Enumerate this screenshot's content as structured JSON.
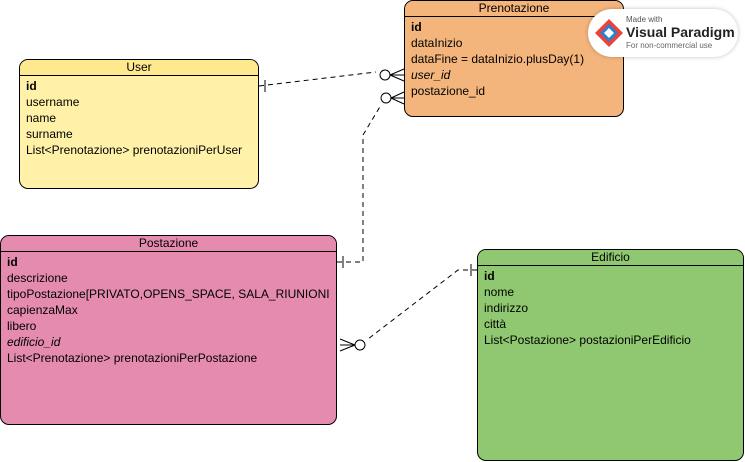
{
  "entities": {
    "user": {
      "title": "User",
      "fields": [
        "id",
        "username",
        "name",
        "surname",
        "List<Prenotazione> prenotazioniPerUser"
      ]
    },
    "prenotazione": {
      "title": "Prenotazione",
      "fields": [
        "id",
        "dataInizio",
        "dataFine = dataInizio.plusDay(1)",
        "user_id",
        "postazione_id"
      ]
    },
    "postazione": {
      "title": "Postazione",
      "fields": [
        "id",
        "descrizione",
        "tipoPostazione[PRIVATO,OPENS_SPACE, SALA_RIUNIONI",
        "capienzaMax",
        "libero",
        "edificio_id",
        "List<Prenotazione> prenotazioniPerPostazione"
      ]
    },
    "edificio": {
      "title": "Edificio",
      "fields": [
        "id",
        "nome",
        "indirizzo",
        "città",
        "List<Postazione> postazioniPerEdificio"
      ]
    }
  },
  "watermark": {
    "made_with": "Made with",
    "brand": "Visual Paradigm",
    "note": "For non-commercial use",
    "icon": "visual-paradigm-logo"
  },
  "relationships": [
    {
      "from": "User",
      "to": "Prenotazione",
      "from_end": "one",
      "to_end": "zero-or-many"
    },
    {
      "from": "Postazione",
      "to": "Prenotazione",
      "from_end": "one",
      "to_end": "zero-or-many"
    },
    {
      "from": "Edificio",
      "to": "Postazione",
      "from_end": "one",
      "to_end": "zero-or-many"
    }
  ]
}
